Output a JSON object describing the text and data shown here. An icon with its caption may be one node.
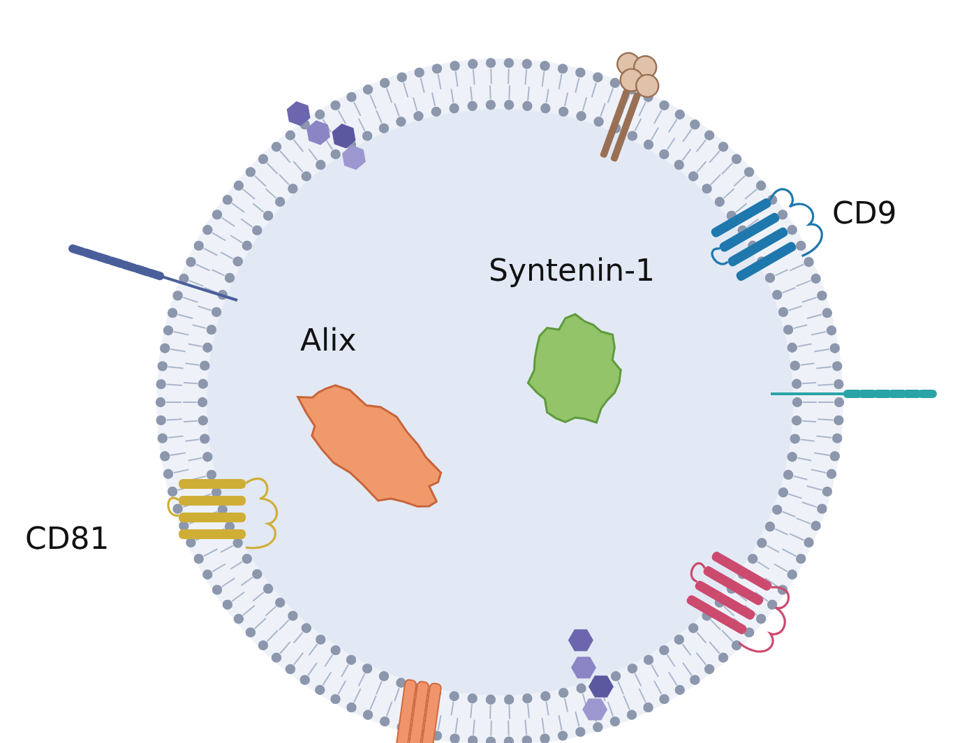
{
  "diagram": {
    "labels": [
      "CD9",
      "Syntenin-1",
      "Alix",
      "CD81"
    ]
  }
}
